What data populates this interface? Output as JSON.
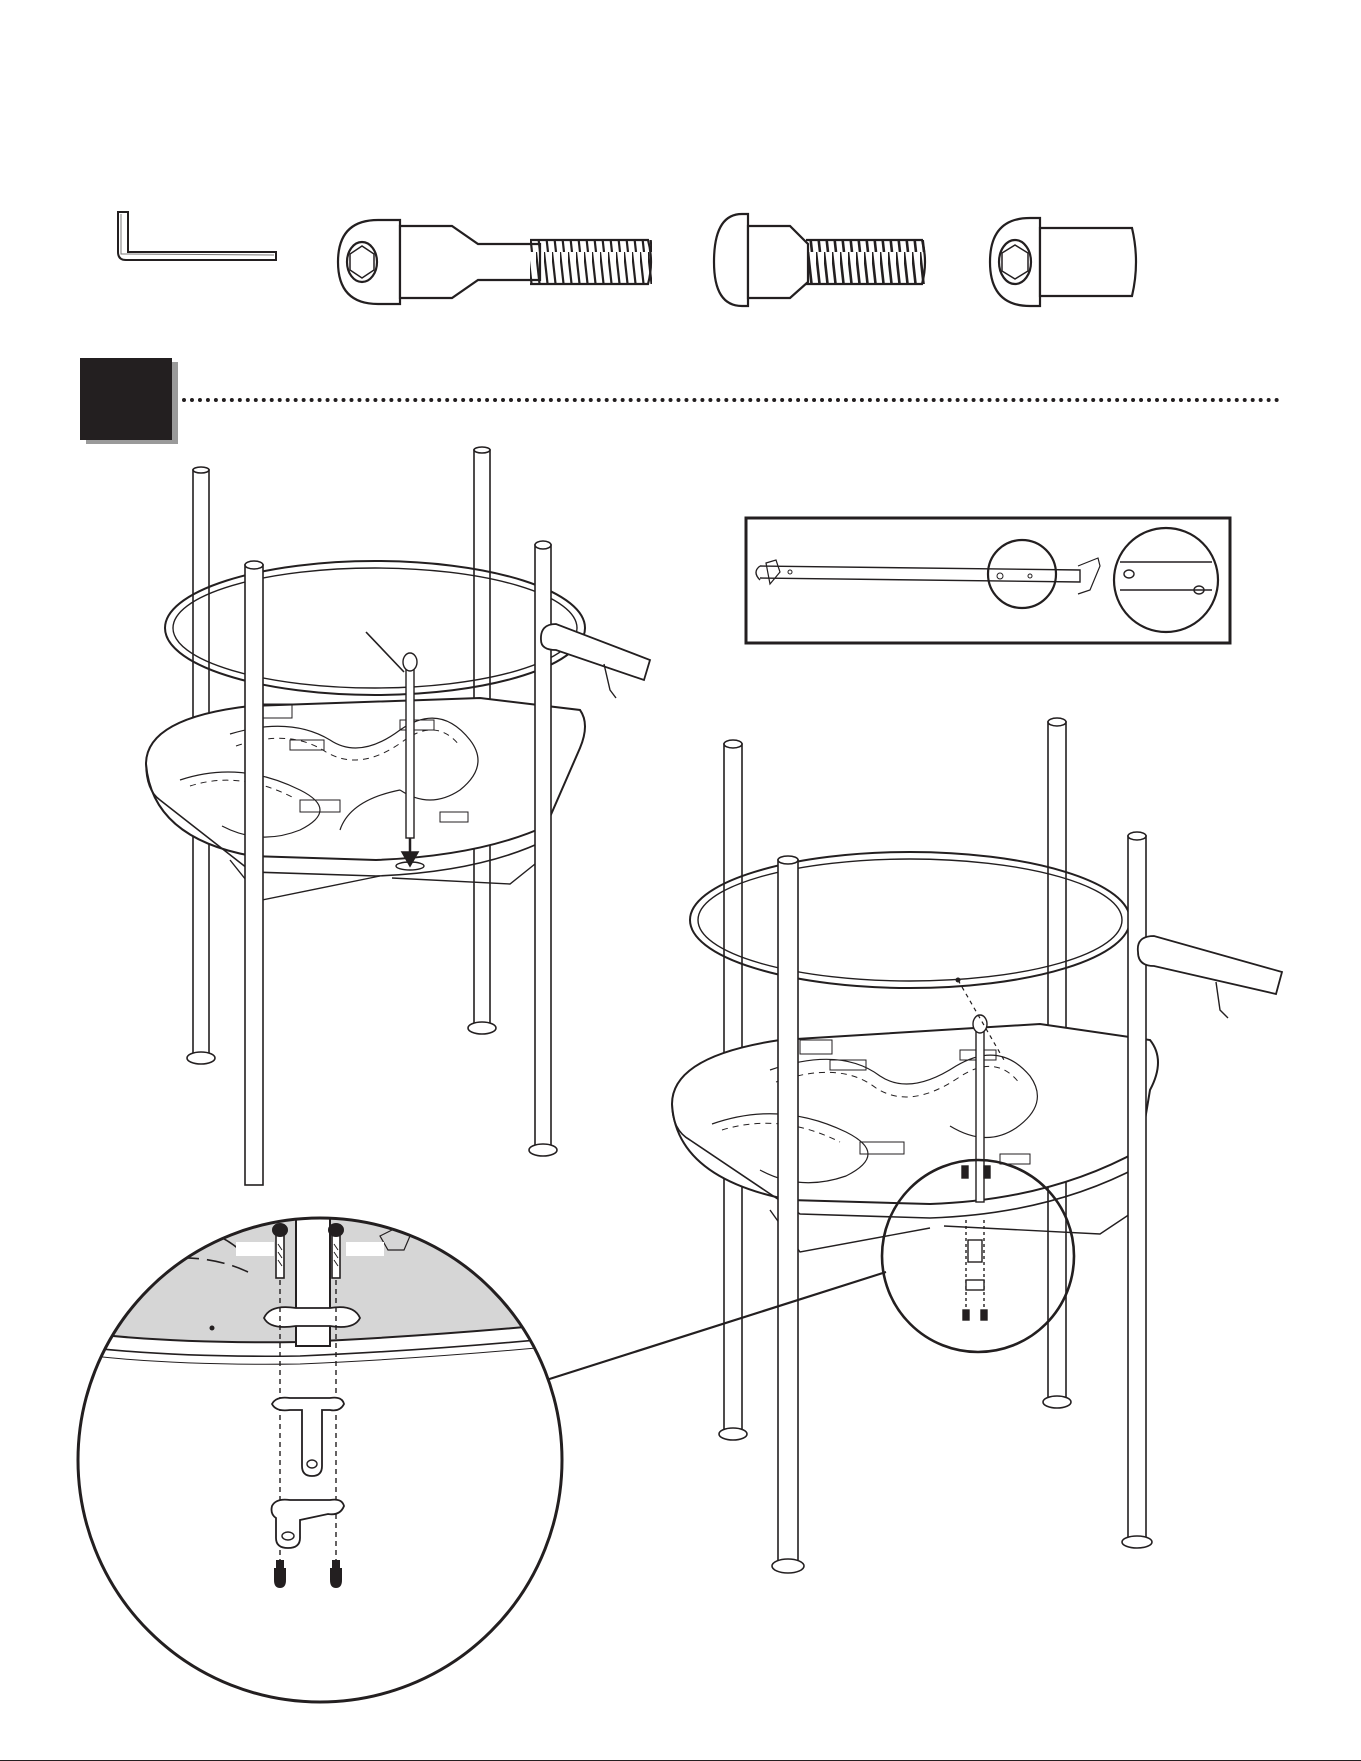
{
  "header": {
    "step_number": ""
  },
  "hardware": [
    {
      "name": "hex-key",
      "qty": ""
    },
    {
      "name": "long-shoulder-bolt",
      "qty": ""
    },
    {
      "name": "short-button-bolt",
      "qty": ""
    },
    {
      "name": "barrel-nut",
      "qty": ""
    }
  ],
  "callouts": {
    "detail_label_left": "",
    "detail_label_right": ""
  },
  "colors": {
    "ink": "#231f20",
    "floor_shade": "#d6d6d6",
    "badge_shadow": "#9a9a9a"
  }
}
